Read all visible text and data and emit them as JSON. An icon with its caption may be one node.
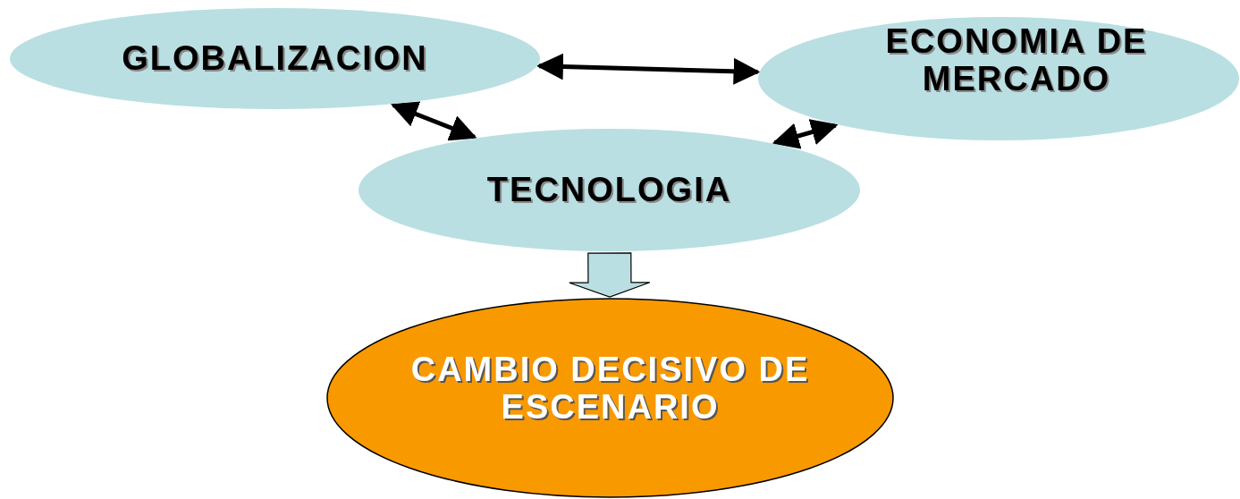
{
  "diagram": {
    "nodes": [
      {
        "text": [
          "GLOBALIZACION"
        ]
      },
      {
        "text": [
          "ECONOMIA DE MERCADO"
        ]
      },
      {
        "text": [
          "TECNOLOGIA"
        ]
      },
      {
        "text": [
          "CAMBIO DECISIVO DE ESCENARIO"
        ]
      }
    ],
    "edges": [
      {
        "from": 0,
        "to": 1,
        "arrow": "both"
      },
      {
        "from": 0,
        "to": 2,
        "arrow": "both"
      },
      {
        "from": 1,
        "to": 2,
        "arrow": "both"
      },
      {
        "from": 2,
        "to": 3,
        "arrow": "to",
        "style": "thick",
        "color": "#b9dfe2"
      }
    ]
  }
}
